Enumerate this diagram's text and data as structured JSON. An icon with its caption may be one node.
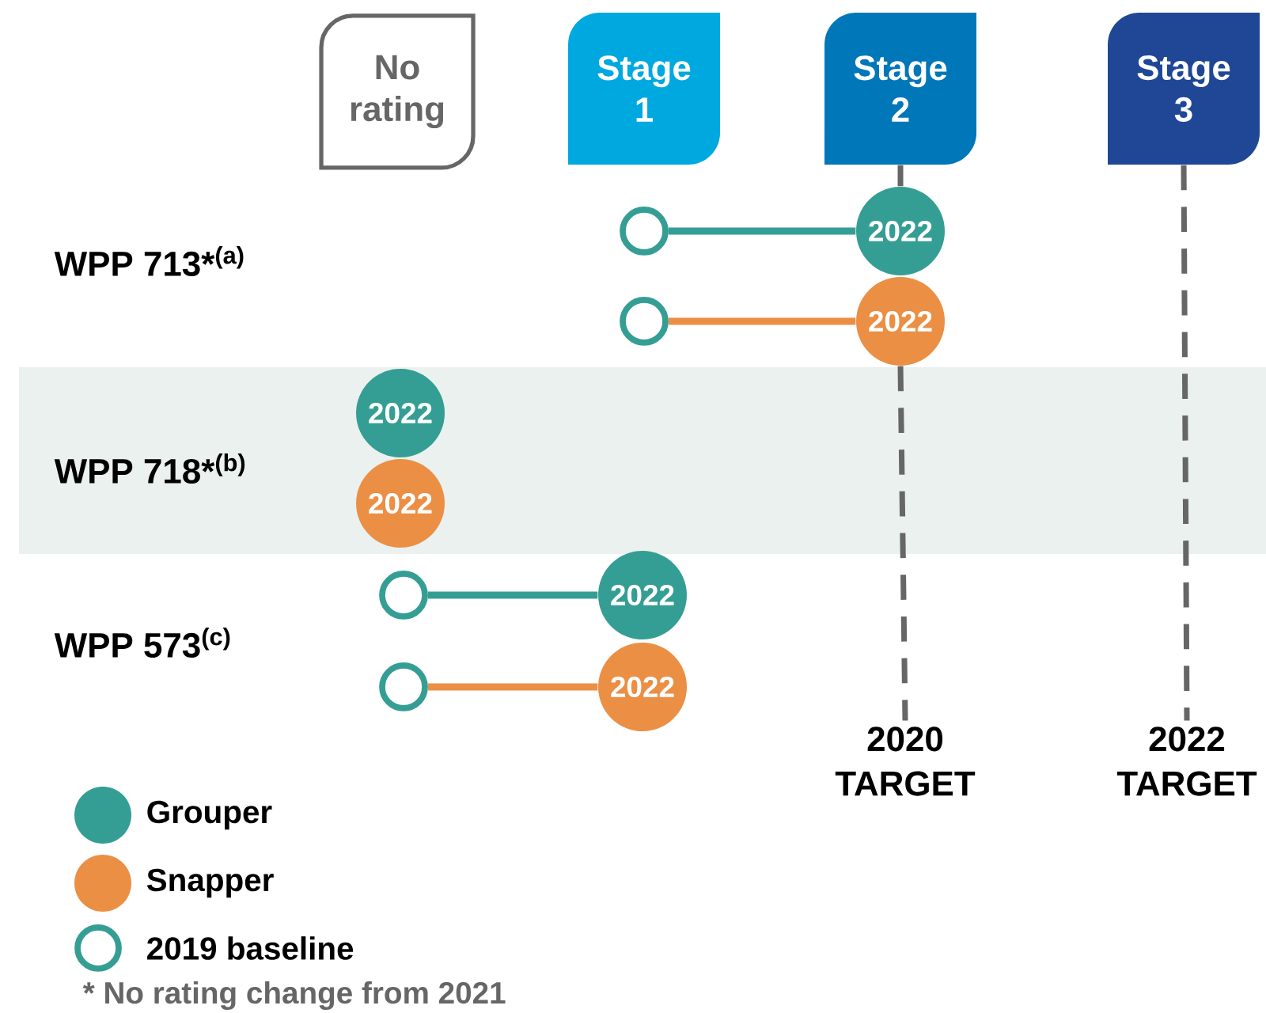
{
  "diagram": {
    "nodes": [
      {
        "text": [
          "No rating"
        ]
      },
      {
        "text": [
          "Stage 1"
        ]
      },
      {
        "text": [
          "Stage 2"
        ]
      },
      {
        "text": [
          "Stage 3"
        ]
      },
      {
        "text": [
          "2020 TARGET"
        ]
      },
      {
        "text": [
          "2022 TARGET"
        ]
      },
      {
        "text": [],
        "shape": "circle"
      },
      {
        "text": [
          "2022"
        ]
      },
      {
        "text": [],
        "shape": "circle"
      },
      {
        "text": [
          "2022"
        ]
      },
      {
        "text": [
          "2022"
        ]
      },
      {
        "text": [
          "2022"
        ]
      },
      {
        "text": [],
        "shape": "circle"
      },
      {
        "text": [
          "2022"
        ]
      },
      {
        "text": [],
        "shape": "circle"
      },
      {
        "text": [
          "2022"
        ]
      }
    ],
    "edges": [
      {
        "from": 2,
        "to": 7,
        "arrow": "none",
        "style": "dashed",
        "color": "#666666"
      },
      {
        "from": 9,
        "to": 4,
        "arrow": "none",
        "style": "dashed",
        "color": "#666666"
      },
      {
        "from": 3,
        "to": 5,
        "arrow": "none",
        "style": "dashed",
        "color": "#666666"
      },
      {
        "from": 6,
        "to": 7,
        "arrow": "none",
        "color": "#359e94"
      },
      {
        "from": 8,
        "to": 9,
        "arrow": "none",
        "color": "#eb8f45"
      },
      {
        "from": 12,
        "to": 13,
        "arrow": "none",
        "color": "#359e94"
      },
      {
        "from": 14,
        "to": 15,
        "arrow": "none",
        "color": "#eb8f45"
      }
    ],
    "labels": [
      "WPP 713*$^{(a)}$",
      "WPP 718*$^{(b)}$",
      "WPP 573$^{(c)}$",
      "* No rating change from 2021"
    ],
    "legend": [
      {
        "text": "Grouper",
        "color": "#359e94"
      },
      {
        "text": "Snapper",
        "color": "#eb8f45"
      },
      {
        "text": "2019 baseline"
      }
    ]
  }
}
